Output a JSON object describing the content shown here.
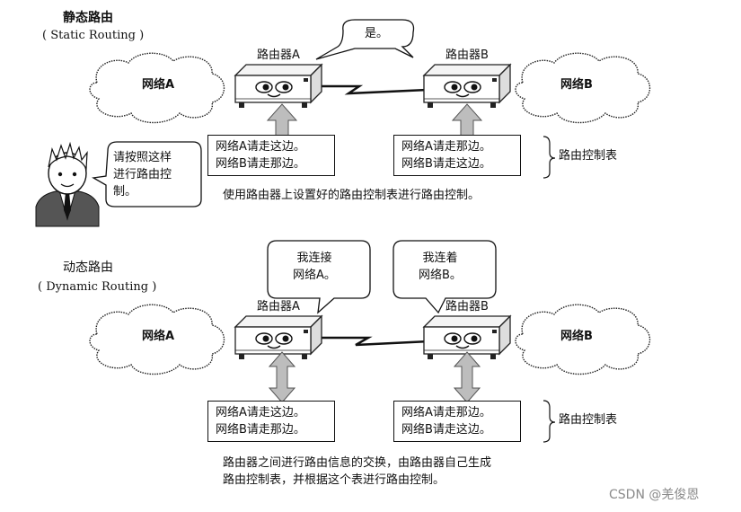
{
  "static": {
    "title": "静态路由",
    "subtitle": "( Static Routing )",
    "cloud_left": "网络A",
    "cloud_right": "网络B",
    "router_a": "路由器A",
    "router_b": "路由器B",
    "bubble": "是。",
    "table_a": [
      "网络A请走这边。",
      "网络B请走那边。"
    ],
    "table_b": [
      "网络A请走那边。",
      "网络B请走这边。"
    ],
    "table_label": "路由控制表",
    "person_bubble": [
      "请按照这样",
      "进行路由控",
      "制。"
    ],
    "caption": "使用路由器上设置好的路由控制表进行路由控制。"
  },
  "dynamic": {
    "title": "动态路由",
    "subtitle": "( Dynamic Routing )",
    "cloud_left": "网络A",
    "cloud_right": "网络B",
    "router_a": "路由器A",
    "router_b": "路由器B",
    "bubble_a": [
      "我连接",
      "网络A。"
    ],
    "bubble_b": [
      "我连着",
      "网络B。"
    ],
    "table_a": [
      "网络A请走这边。",
      "网络B请走那边。"
    ],
    "table_b": [
      "网络A请走那边。",
      "网络B请走这边。"
    ],
    "table_label": "路由控制表",
    "caption": [
      "路由器之间进行路由信息的交换，由路由器自己生成",
      "路由控制表，并根据这个表进行路由控制。"
    ]
  },
  "watermark": "CSDN @羌俊恩"
}
